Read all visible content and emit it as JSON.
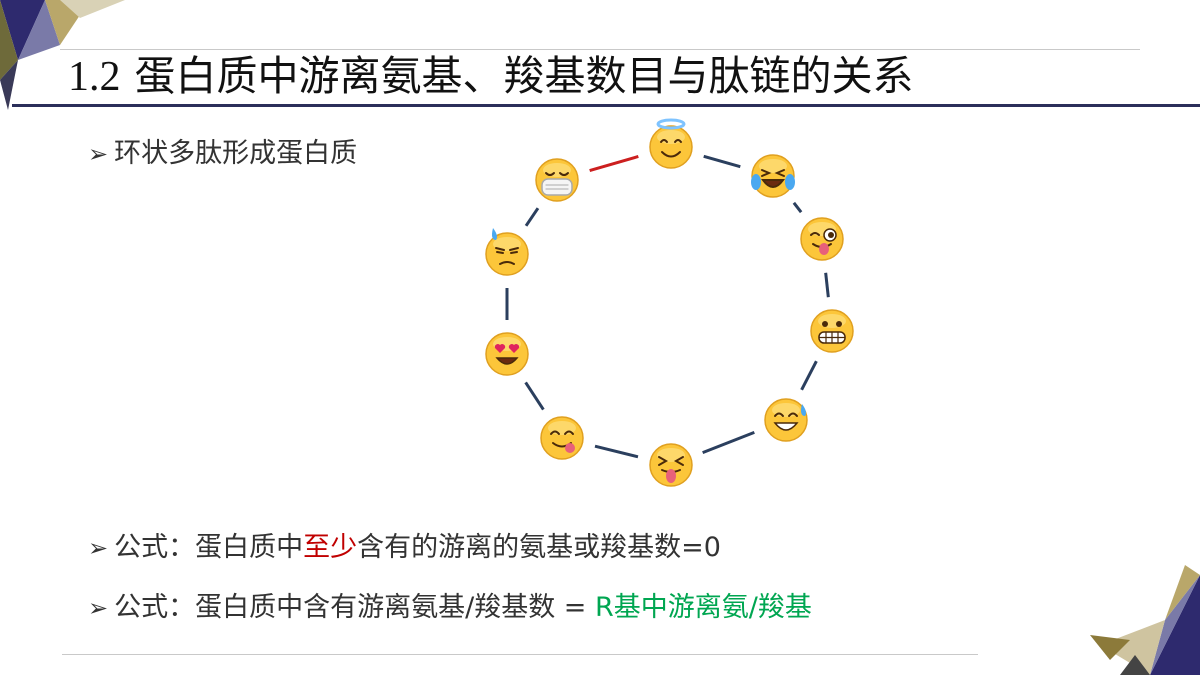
{
  "slide": {
    "title_number": "1.2",
    "title_text": "蛋白质中游离氨基、羧基数目与肽链的关系"
  },
  "bullets": {
    "b1": {
      "text": "环状多肽形成蛋白质"
    },
    "b2": {
      "prefix": "公式：蛋白质中",
      "highlight": "至少",
      "suffix": "含有的游离的氨基或羧基数=0"
    },
    "b3": {
      "prefix": "公式：蛋白质中含有游离氨基/羧基数 = ",
      "highlight": "R基中游离氨/羧基"
    }
  },
  "ring": {
    "nodes": [
      "halo-face",
      "tears-of-joy-face",
      "winking-tongue-face",
      "grimacing-face",
      "sweat-smile-face",
      "squinting-tongue-face",
      "yum-face",
      "heart-eyes-face",
      "downcast-sweat-face",
      "mask-face"
    ],
    "special_bond_color": "#cc1f1f",
    "bond_color": "#2b3f5e"
  },
  "colors": {
    "title_rule": "#2b2f5a",
    "highlight_red": "#c00000",
    "highlight_green": "#00a651"
  }
}
